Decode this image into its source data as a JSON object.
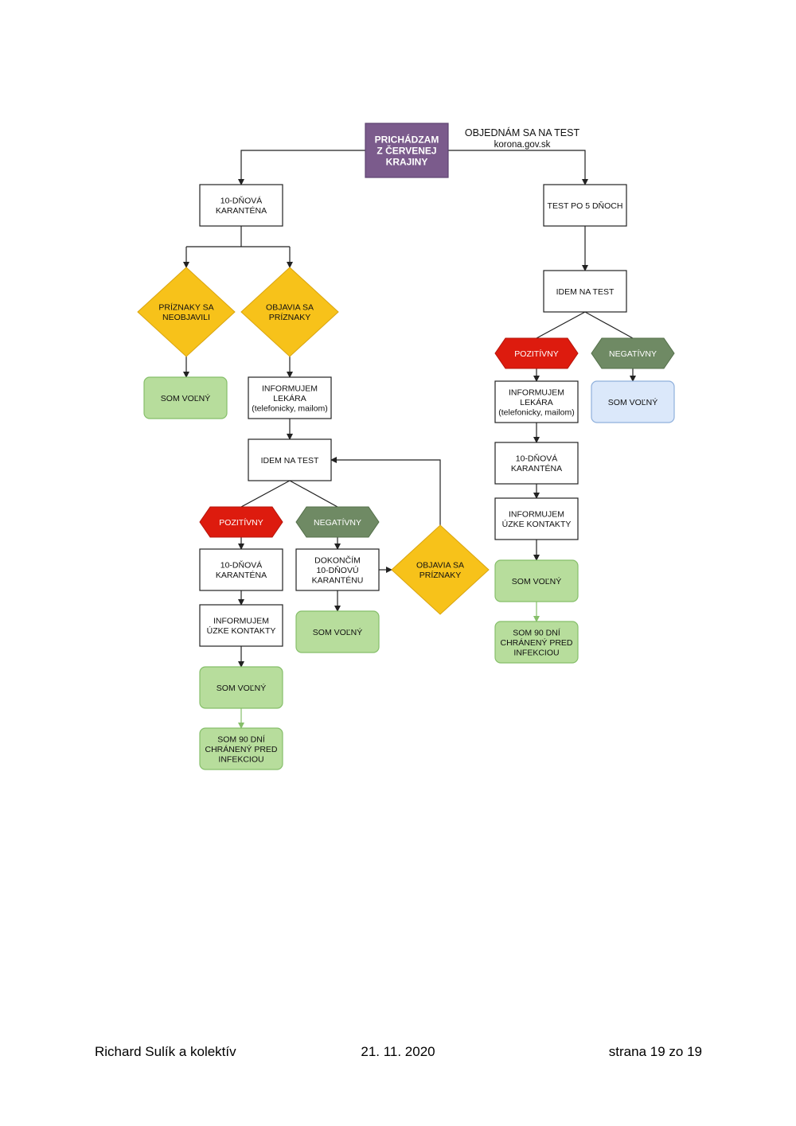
{
  "colors": {
    "purple": "#7b5b8c",
    "yellow": "#f7c21a",
    "green": "#b7dd9c",
    "green_border": "#86bf6a",
    "blue": "#dbe8fa",
    "blue_border": "#8fb0dc",
    "red": "#dd1b0e",
    "gray_green": "#6f8a64",
    "line": "#222222"
  },
  "header": {
    "top_label_1": "OBJEDNÁM SA NA TEST",
    "top_label_2": "korona.gov.sk"
  },
  "nodes": {
    "start": [
      "PRICHÁDZAM",
      "Z ČERVENEJ",
      "KRAJINY"
    ],
    "l_quarantine": [
      "10-DŇOVÁ",
      "KARANTÉNA"
    ],
    "l_no_symptoms": [
      "PRÍZNAKY SA",
      "NEOBJAVILI"
    ],
    "l_symptoms": [
      "OBJAVIA SA",
      "PRÍZNAKY"
    ],
    "l_free_1": [
      "SOM VOĽNÝ"
    ],
    "l_inform_doctor": [
      "INFORMUJEM",
      "LEKÁRA",
      "(telefonicky, mailom)"
    ],
    "l_go_test": [
      "IDEM NA TEST"
    ],
    "l_positive": [
      "POZITÍVNY"
    ],
    "l_negative": [
      "NEGATÍVNY"
    ],
    "l_pos_quarantine": [
      "10-DŇOVÁ",
      "KARANTÉNA"
    ],
    "l_finish_quarantine": [
      "DOKONČÍM",
      "10-DŇOVÚ",
      "KARANTÉNU"
    ],
    "l_symptoms_2": [
      "OBJAVIA SA",
      "PRÍZNAKY"
    ],
    "l_inform_contacts": [
      "INFORMUJEM",
      "ÚZKE KONTAKTY"
    ],
    "l_free_2": [
      "SOM VOĽNÝ"
    ],
    "l_free_3": [
      "SOM VOĽNÝ"
    ],
    "l_protected": [
      "SOM 90 DNÍ",
      "CHRÁNENÝ PRED",
      "INFEKCIOU"
    ],
    "r_test_5": [
      "TEST PO 5 DŇOCH"
    ],
    "r_go_test": [
      "IDEM NA TEST"
    ],
    "r_positive": [
      "POZITÍVNY"
    ],
    "r_negative": [
      "NEGATÍVNY"
    ],
    "r_inform_doctor": [
      "INFORMUJEM",
      "LEKÁRA",
      "(telefonicky, mailom)"
    ],
    "r_free_blue": [
      "SOM VOĽNÝ"
    ],
    "r_quarantine": [
      "10-DŇOVÁ",
      "KARANTÉNA"
    ],
    "r_inform_contacts": [
      "INFORMUJEM",
      "ÚZKE KONTAKTY"
    ],
    "r_free": [
      "SOM VOĽNÝ"
    ],
    "r_protected": [
      "SOM 90 DNÍ",
      "CHRÁNENÝ PRED",
      "INFEKCIOU"
    ]
  },
  "footer": {
    "author": "Richard Sulík a kolektív",
    "date": "21. 11. 2020",
    "page": "strana 19 zo 19"
  }
}
